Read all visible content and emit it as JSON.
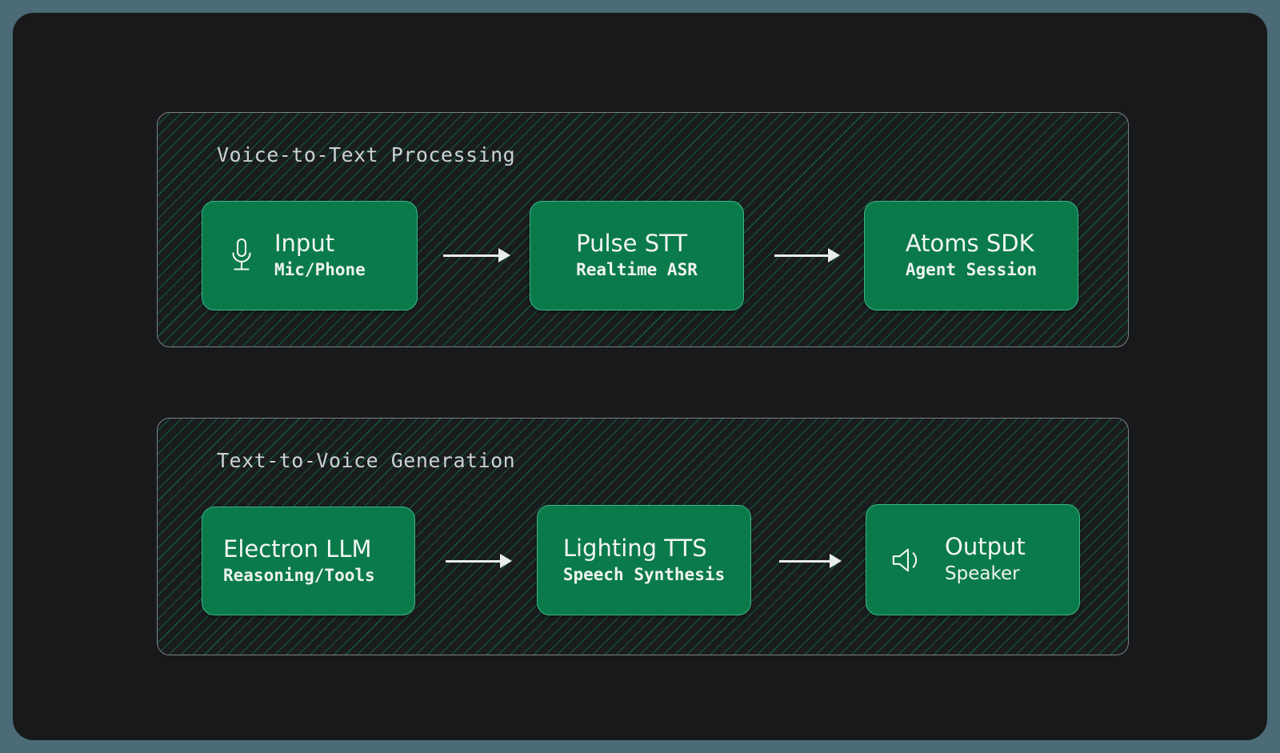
{
  "colors": {
    "page_background": "#4c6b78",
    "panel_background": "#18191b",
    "group_border": "#7d8287",
    "group_stripe": "#136848",
    "node_fill": "#0b7a4b",
    "node_border": "#3eb488",
    "node_text": "#f2f5f3",
    "group_title_text": "#ccd1d4",
    "arrow": "#e8eceb"
  },
  "diagram": {
    "groups": [
      {
        "id": "voice-to-text",
        "title": "Voice-to-Text Processing",
        "nodes": [
          {
            "id": "input",
            "icon": "microphone-icon",
            "title": "Input",
            "subtitle": "Mic/Phone",
            "subtitle_font": "mono"
          },
          {
            "id": "pulse-stt",
            "icon": null,
            "title": "Pulse STT",
            "subtitle": "Realtime ASR",
            "subtitle_font": "mono"
          },
          {
            "id": "atoms-sdk",
            "icon": null,
            "title": "Atoms SDK",
            "subtitle": "Agent Session",
            "subtitle_font": "mono"
          }
        ],
        "arrows": [
          "arrow-input-to-pulse-stt",
          "arrow-pulse-stt-to-atoms-sdk"
        ]
      },
      {
        "id": "text-to-voice",
        "title": "Text-to-Voice Generation",
        "nodes": [
          {
            "id": "electron-llm",
            "icon": null,
            "title": "Electron LLM",
            "subtitle": "Reasoning/Tools",
            "subtitle_font": "mono"
          },
          {
            "id": "lighting-tts",
            "icon": null,
            "title": "Lighting TTS",
            "subtitle": "Speech Synthesis",
            "subtitle_font": "mono"
          },
          {
            "id": "output",
            "icon": "speaker-icon",
            "title": "Output",
            "subtitle": "Speaker",
            "subtitle_font": "sans"
          }
        ],
        "arrows": [
          "arrow-electron-llm-to-lighting-tts",
          "arrow-lighting-tts-to-output"
        ]
      }
    ]
  }
}
